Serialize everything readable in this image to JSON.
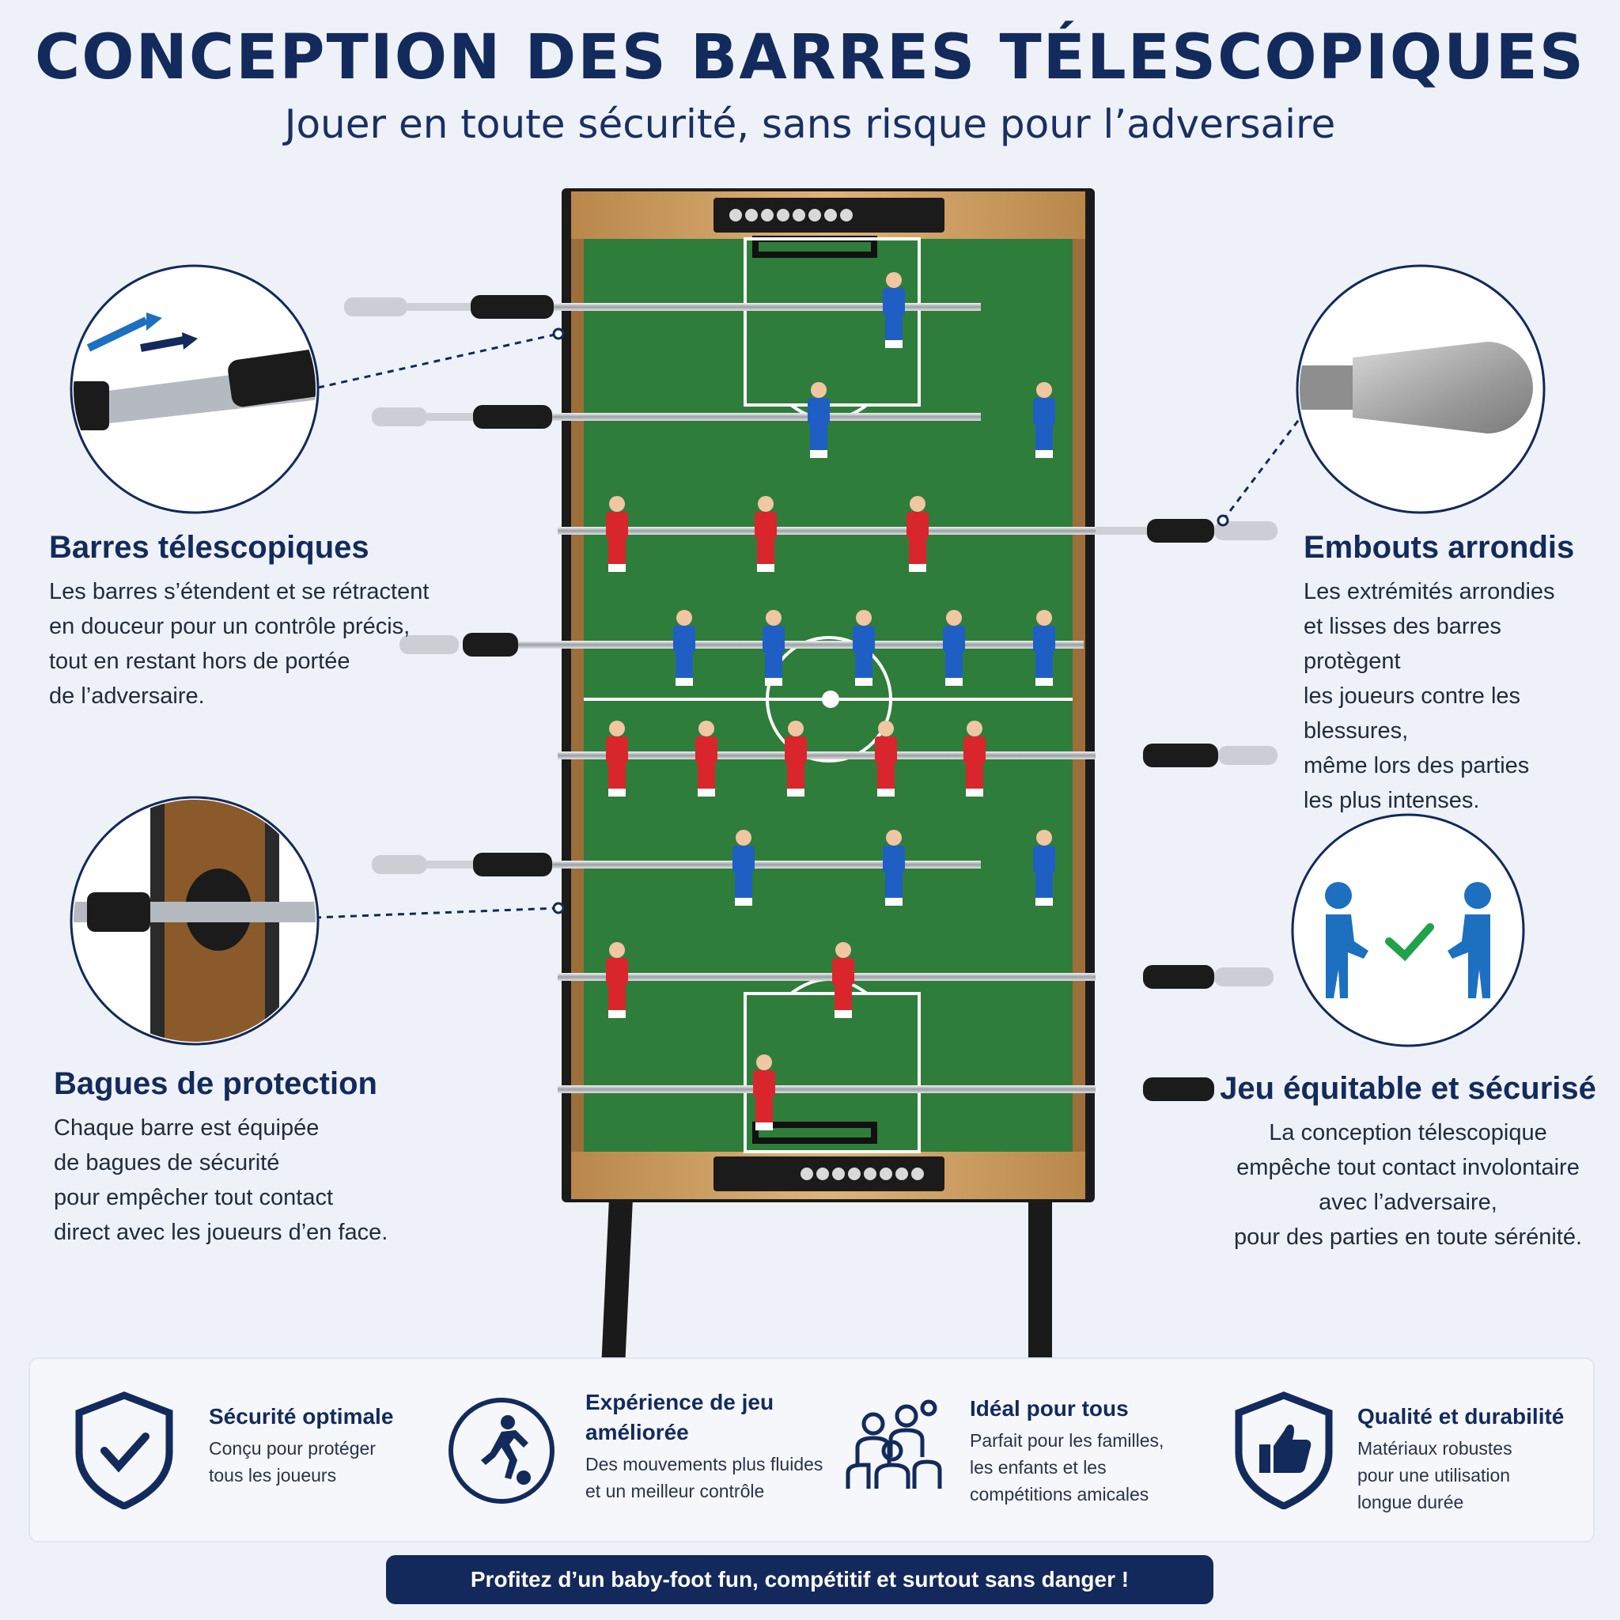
{
  "header": {
    "title": "CONCEPTION DES BARRES TÉLESCOPIQUES",
    "subtitle": "Jouer en toute sécurité, sans risque pour l’adversaire"
  },
  "features": {
    "telescopic": {
      "title": "Barres télescopiques",
      "text": "Les barres s’étendent et se rétractent\nen douceur pour un contrôle précis,\ntout en restant hors de portée\nde l’adversaire."
    },
    "protection": {
      "title": "Bagues de protection",
      "text": "Chaque barre est équipée\nde bagues de sécurité\npour empêcher tout contact\ndirect avec les joueurs d’en face."
    },
    "rounded": {
      "title": "Embouts arrondis",
      "text": "Les extrémités arrondies\net lisses des barres protègent\nles joueurs contre les blessures,\nmême lors des parties\nles plus intenses."
    },
    "fair": {
      "title": "Jeu équitable et sécurisé",
      "text": "La conception télescopique\nempêche tout contact involontaire\navec l’adversaire,\npour des parties en toute sérénité."
    }
  },
  "benefits": [
    {
      "icon": "shield-check-icon",
      "title": "Sécurité optimale",
      "text": "Conçu pour protéger\ntous les joueurs"
    },
    {
      "icon": "player-ball-icon",
      "title": "Expérience de jeu\naméliorée",
      "text": "Des mouvements plus fluides\net un meilleur contrôle"
    },
    {
      "icon": "family-icon",
      "title": "Idéal pour tous",
      "text": "Parfait pour les familles,\nles enfants et les\ncompétitions amicales"
    },
    {
      "icon": "shield-thumbs-up-icon",
      "title": "Qualité et durabilité",
      "text": "Matériaux robustes\npour une utilisation\nlongue durée"
    }
  ],
  "banner": {
    "text": "Profitez d’un baby-foot fun, compétitif et surtout sans danger !"
  },
  "colors": {
    "navy": "#132a5c",
    "field_green": "#2f7d3a",
    "team_blue": "#1f5fc4",
    "team_red": "#d8262c",
    "wood": "#c99a5b",
    "accent_blue": "#1d6fc0",
    "check_green": "#1ea24a"
  }
}
